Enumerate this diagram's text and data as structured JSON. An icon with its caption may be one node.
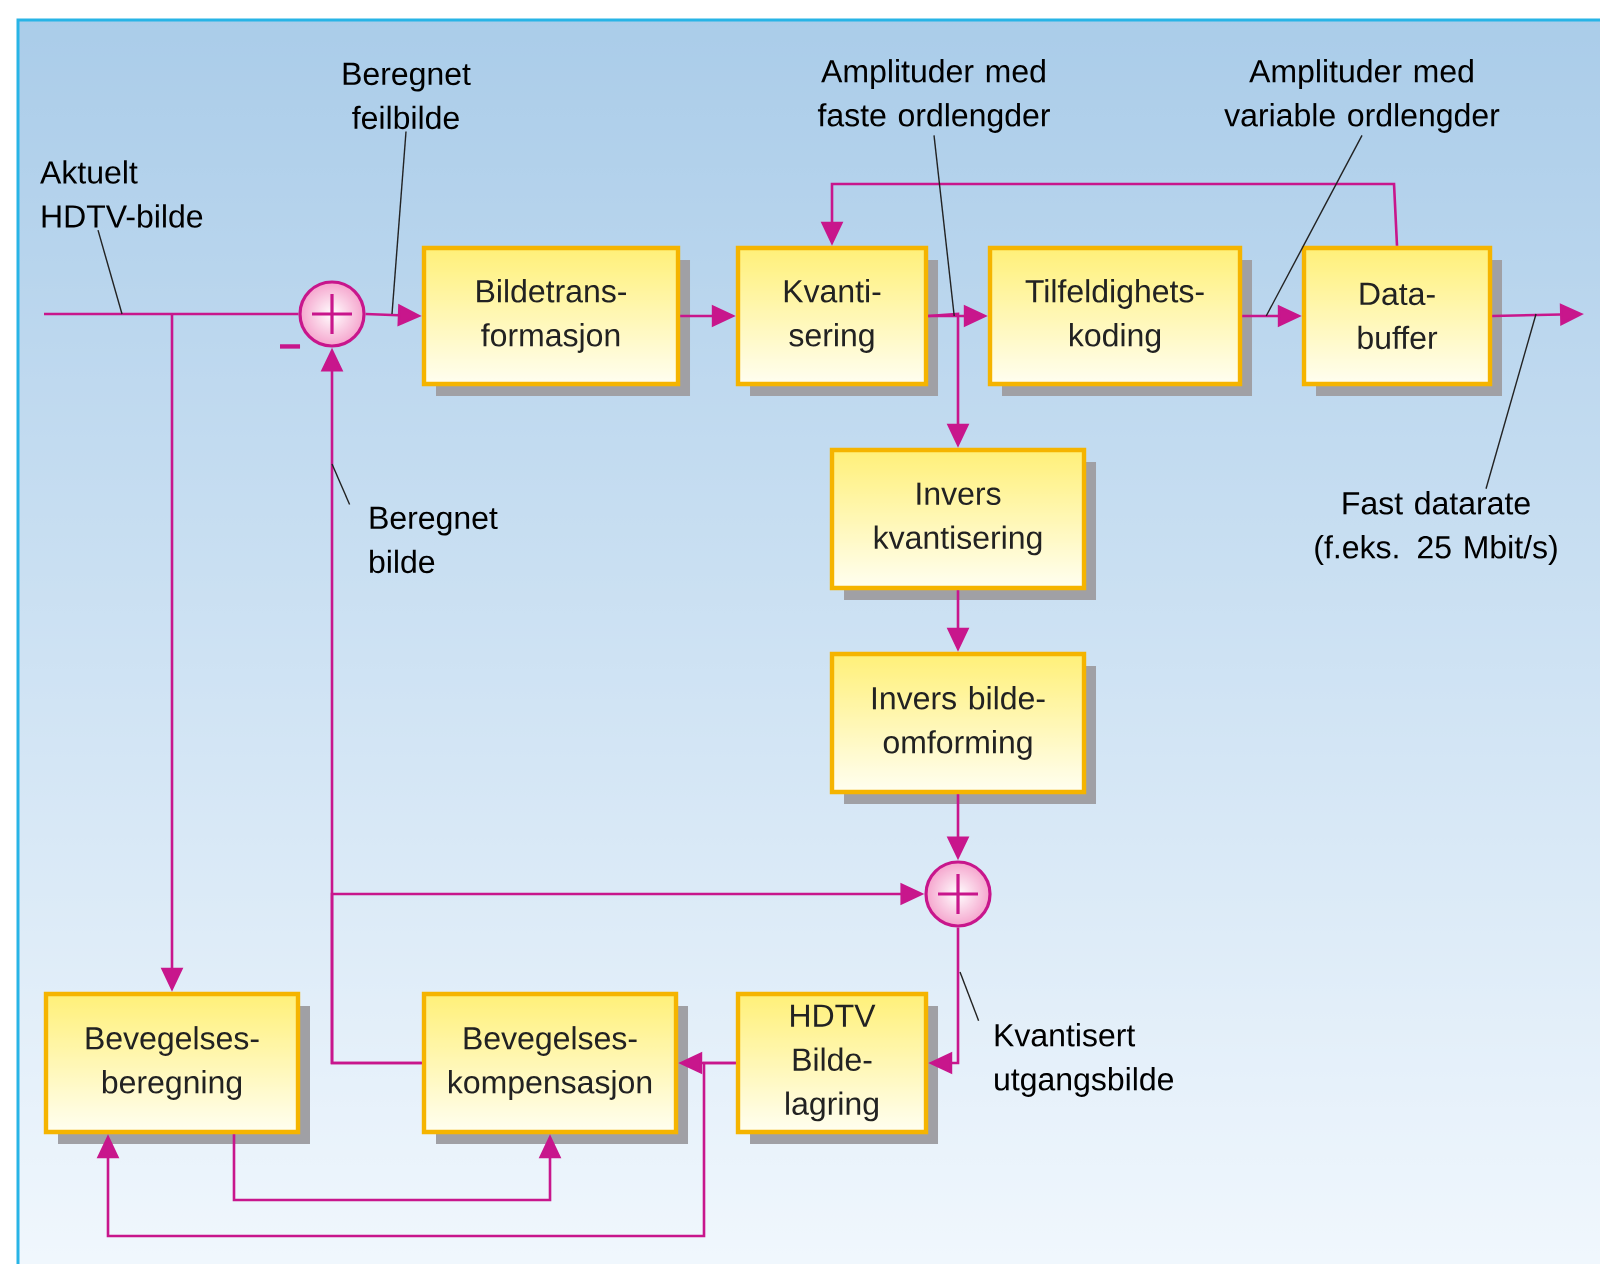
{
  "diagram": {
    "nodes": [
      {
        "text": [],
        "shape": "circle"
      },
      {
        "text": [
          "Bildetrans- formasjon"
        ]
      },
      {
        "text": [
          "Kvanti- sering"
        ]
      },
      {
        "text": [
          "Tilfeldighets- koding"
        ]
      },
      {
        "text": [
          "Data- buffer"
        ]
      },
      {
        "text": [
          "Invers kvantisering"
        ]
      },
      {
        "text": [
          "Invers bilde- omforming"
        ]
      },
      {
        "text": [],
        "shape": "circle"
      },
      {
        "text": [
          "Bevegelses- beregning"
        ]
      },
      {
        "text": [
          "Bevegelses- kompensasjon"
        ]
      },
      {
        "text": [
          "HDTV Bilde- lagring"
        ]
      },
      {
        "text": [
          "Aktuelt HDTV-bilde"
        ]
      },
      {
        "text": [
          "Beregnet feilbilde"
        ]
      },
      {
        "text": [
          "Amplituder med faste ordlengder"
        ]
      },
      {
        "text": [
          "Amplituder med variable ordlengder"
        ]
      },
      {
        "text": [
          "Fast datarate (f.eks. 25 Mbit/s)"
        ]
      },
      {
        "text": [
          "Beregnet bilde"
        ]
      },
      {
        "text": [
          "Kvantisert utgangsbilde"
        ]
      }
    ],
    "edges": [
      {
        "from": null,
        "to": 0,
        "arrow": "none"
      },
      {
        "from": null,
        "to": 8,
        "arrow": "to"
      },
      {
        "from": 0,
        "to": 1,
        "arrow": "to"
      },
      {
        "from": 1,
        "to": 2,
        "arrow": "to"
      },
      {
        "from": 2,
        "to": 3,
        "arrow": "to"
      },
      {
        "from": 3,
        "to": 4,
        "arrow": "to"
      },
      {
        "from": 4,
        "to": null,
        "arrow": "to"
      },
      {
        "from": 4,
        "to": 2,
        "arrow": "to"
      },
      {
        "from": 2,
        "to": 5,
        "arrow": "to"
      },
      {
        "from": 5,
        "to": 6,
        "arrow": "to"
      },
      {
        "from": 6,
        "to": 7,
        "arrow": "to"
      },
      {
        "from": 7,
        "to": 10,
        "arrow": "to"
      },
      {
        "from": 10,
        "to": 9,
        "arrow": "to"
      },
      {
        "from": 9,
        "to": 0,
        "arrow": "to"
      },
      {
        "from": 9,
        "to": 7,
        "arrow": "to"
      },
      {
        "from": 8,
        "to": 9,
        "arrow": "to"
      },
      {
        "from": 10,
        "to": 8,
        "arrow": "to"
      },
      {
        "from": 11,
        "to": null,
        "arrow": "none",
        "color": "#222222"
      },
      {
        "from": 12,
        "to": null,
        "arrow": "none",
        "color": "#222222"
      },
      {
        "from": 13,
        "to": 2,
        "arrow": "none",
        "color": "#222222"
      },
      {
        "from": 14,
        "to": 3,
        "arrow": "none",
        "color": "#222222"
      },
      {
        "from": 15,
        "to": null,
        "arrow": "none",
        "color": "#222222"
      },
      {
        "from": 16,
        "to": null,
        "arrow": "none",
        "color": "#222222"
      },
      {
        "from": 17,
        "to": null,
        "arrow": "none",
        "color": "#222222"
      }
    ],
    "labels": [
      "−"
    ]
  }
}
